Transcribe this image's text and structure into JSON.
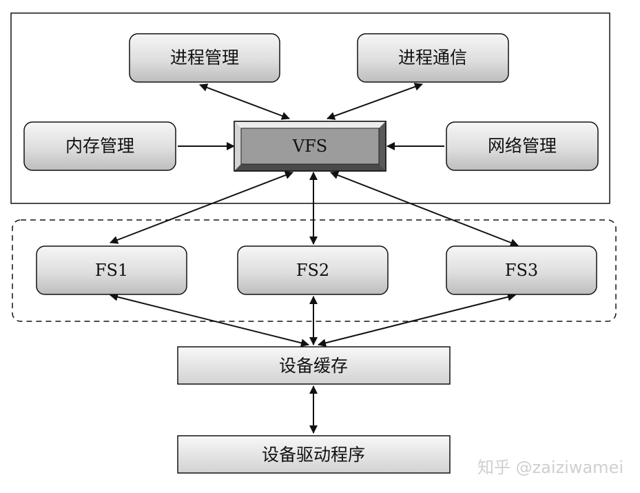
{
  "nodes": {
    "process_mgmt": "进程管理",
    "ipc": "进程通信",
    "memory_mgmt": "内存管理",
    "vfs": "VFS",
    "network_mgmt": "网络管理",
    "fs1": "FS1",
    "fs2": "FS2",
    "fs3": "FS3",
    "device_cache": "设备缓存",
    "device_driver": "设备驱动程序"
  },
  "watermark": "知乎 @zaiziwamei",
  "colors": {
    "stroke": "#111111",
    "box_top": "#f4f4f4",
    "box_bottom": "#c4c4c4",
    "vfs_fill": "#9a9a9a",
    "watermark": "#cfcfcf"
  }
}
